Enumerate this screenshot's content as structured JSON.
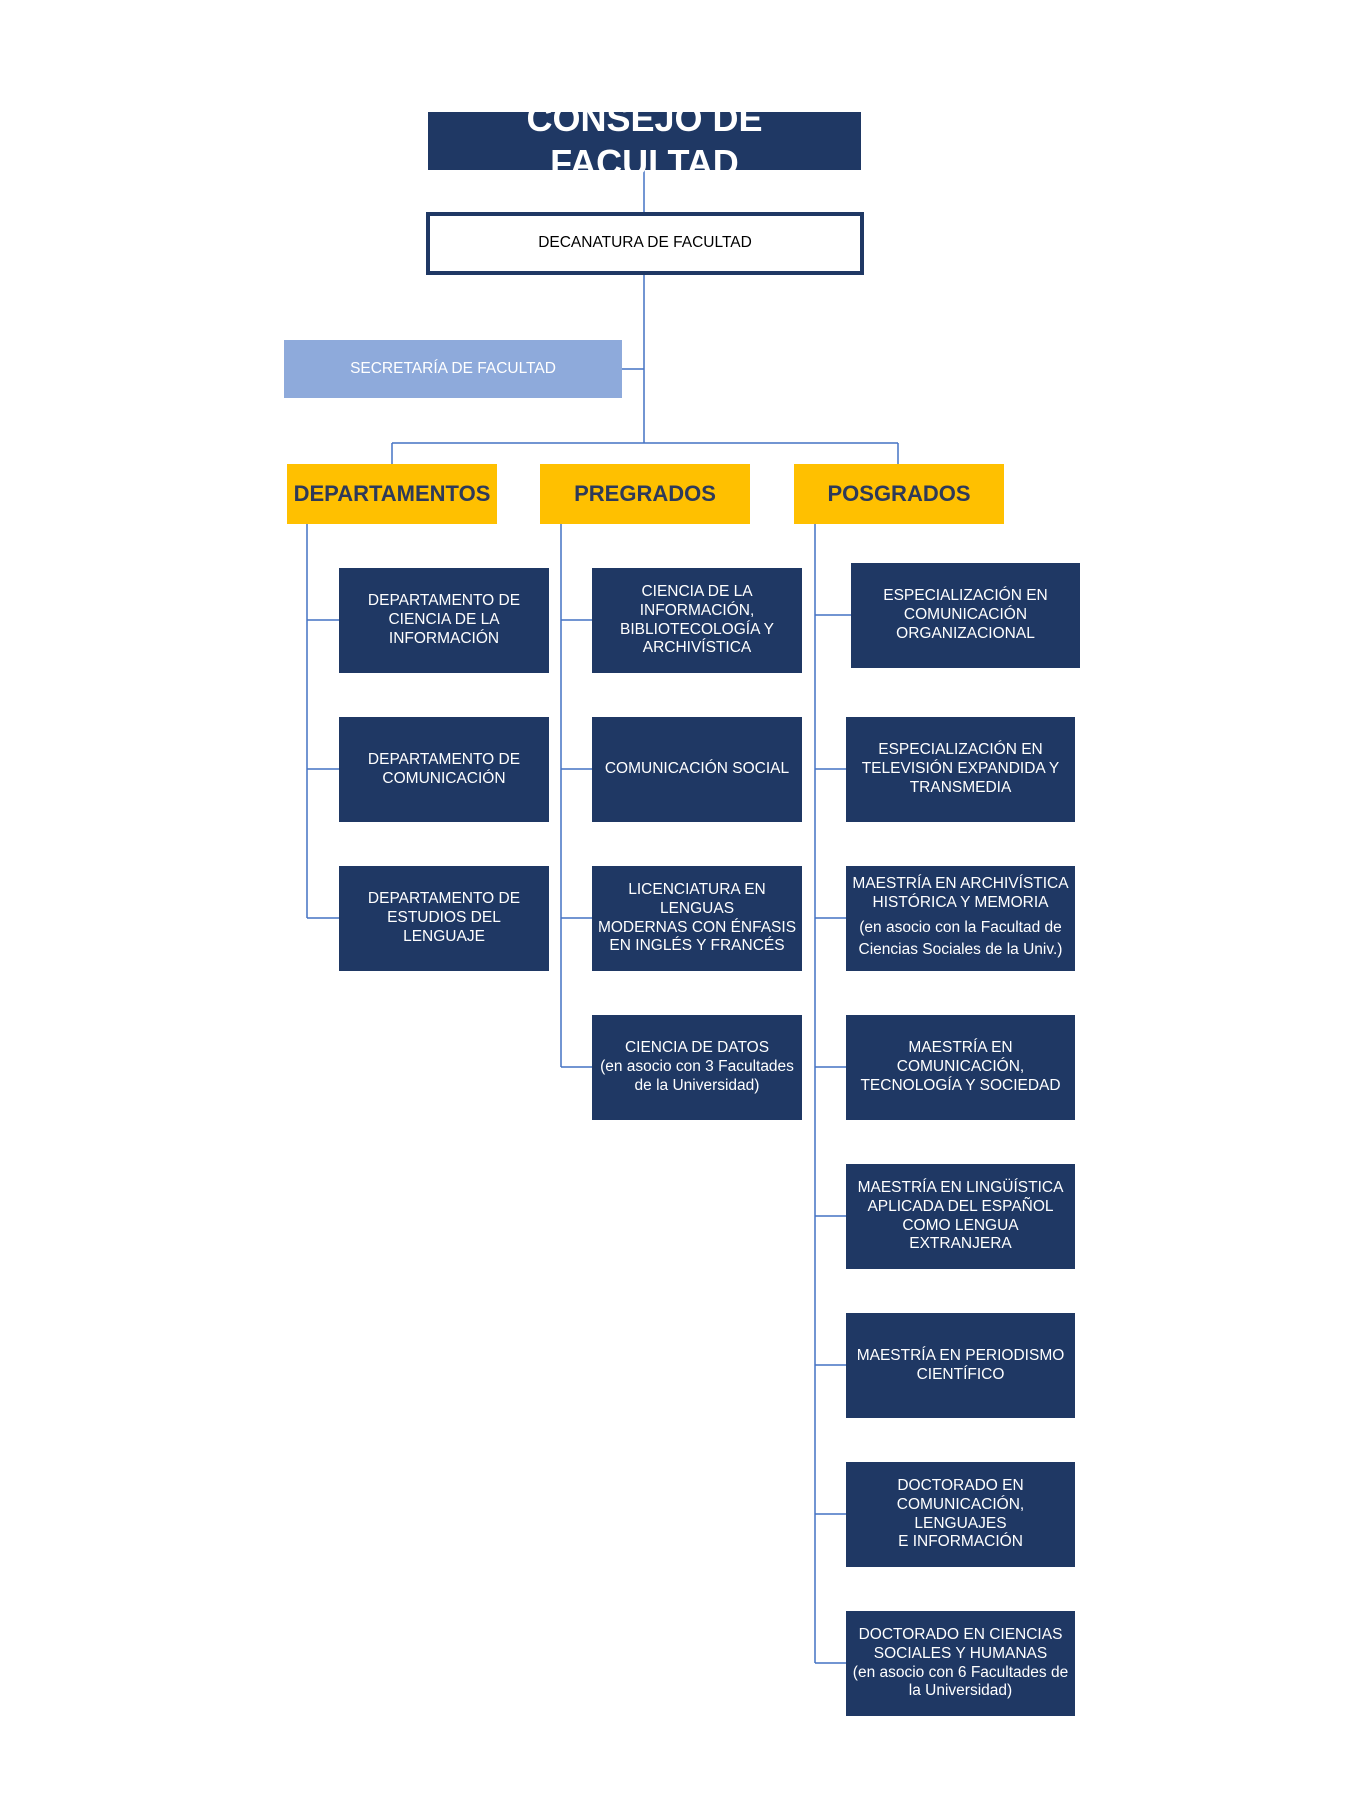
{
  "title": "CONSEJO DE FACULTAD",
  "decanatura": "DECANATURA DE FACULTAD",
  "secretaria": "SECRETARÍA DE FACULTAD",
  "categories": {
    "departamentos": {
      "label": "DEPARTAMENTOS",
      "items": [
        {
          "lines": [
            "DEPARTAMENTO DE",
            "CIENCIA DE LA",
            "INFORMACIÓN"
          ]
        },
        {
          "lines": [
            "DEPARTAMENTO DE",
            "COMUNICACIÓN"
          ]
        },
        {
          "lines": [
            "DEPARTAMENTO DE",
            "ESTUDIOS DEL",
            "LENGUAJE"
          ]
        }
      ]
    },
    "pregrados": {
      "label": "PREGRADOS",
      "items": [
        {
          "lines": [
            "CIENCIA DE LA",
            "INFORMACIÓN,",
            "BIBLIOTECOLOGÍA Y",
            "ARCHIVÍSTICA"
          ]
        },
        {
          "lines": [
            "COMUNICACIÓN SOCIAL"
          ]
        },
        {
          "lines": [
            "LICENCIATURA EN LENGUAS",
            "MODERNAS CON ÉNFASIS",
            "EN INGLÉS Y FRANCÉS"
          ]
        },
        {
          "lines": [
            "CIENCIA DE DATOS",
            "(en asocio con 3 Facultades",
            "de la Universidad)"
          ]
        }
      ]
    },
    "posgrados": {
      "label": "POSGRADOS",
      "items": [
        {
          "lines": [
            "ESPECIALIZACIÓN EN",
            "COMUNICACIÓN",
            "ORGANIZACIONAL"
          ]
        },
        {
          "lines": [
            "ESPECIALIZACIÓN EN",
            "TELEVISIÓN EXPANDIDA Y",
            "TRANSMEDIA"
          ]
        },
        {
          "lines": [
            "MAESTRÍA EN ARCHIVÍSTICA",
            "HISTÓRICA Y MEMORIA"
          ],
          "sub": [
            "(en asocio con la Facultad de",
            "Ciencias Sociales de la Univ.)"
          ]
        },
        {
          "lines": [
            "MAESTRÍA EN",
            "COMUNICACIÓN,",
            "TECNOLOGÍA Y SOCIEDAD"
          ]
        },
        {
          "lines": [
            "MAESTRÍA EN LINGÜÍSTICA",
            "APLICADA DEL ESPAÑOL",
            "COMO LENGUA EXTRANJERA"
          ]
        },
        {
          "lines": [
            "MAESTRÍA EN PERIODISMO",
            "CIENTÍFICO"
          ]
        },
        {
          "lines": [
            "DOCTORADO EN",
            "COMUNICACIÓN, LENGUAJES",
            "E INFORMACIÓN"
          ]
        },
        {
          "lines": [
            "DOCTORADO EN CIENCIAS",
            "SOCIALES Y HUMANAS",
            "(en asocio con 6 Facultades de",
            "la Universidad)"
          ]
        }
      ]
    }
  },
  "colors": {
    "navy": "#1f3864",
    "gold": "#ffc000",
    "light_blue": "#8eaadb",
    "connector": "#4472c4",
    "category_text": "#2e3a59"
  }
}
